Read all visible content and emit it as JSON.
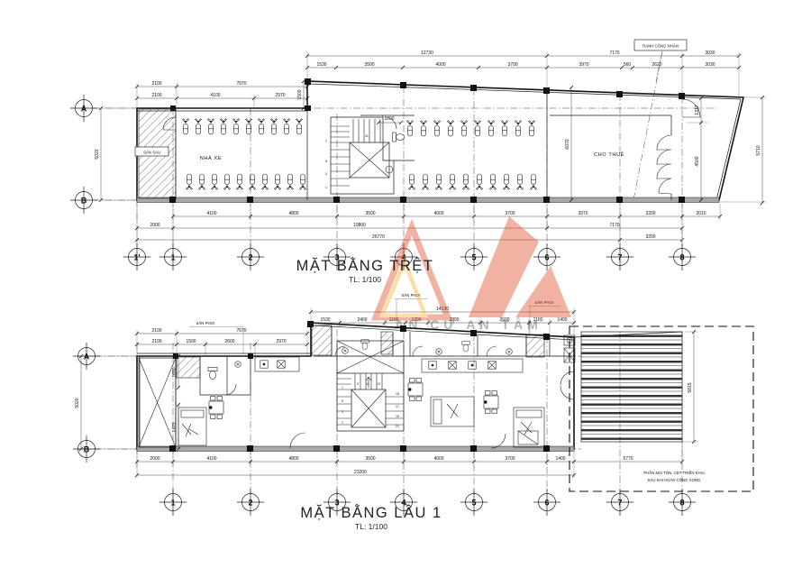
{
  "tret": {
    "title": "MẶT BẰNG TRỆT",
    "scale": "TL: 1/100",
    "rooms": {
      "san_sau": "SÂN SAU",
      "nha_xe": "NHÀ XE",
      "cho_thue": "CHO THUÊ"
    },
    "boundary_label": "RANH CÔNG NHẬN",
    "grid_letters": [
      "A",
      "B"
    ],
    "grid_numbers": [
      "1'",
      "1",
      "2",
      "3",
      "4",
      "5",
      "6",
      "7",
      "8"
    ],
    "dims": {
      "top1": [
        "12730",
        "7170",
        "3030"
      ],
      "top2": [
        "1530",
        "3500",
        "4000",
        "3700",
        "3970",
        "560",
        "2620",
        "3030"
      ],
      "left1": [
        "2100",
        "7070"
      ],
      "left2": [
        "2100",
        "4100",
        "2970"
      ],
      "v": [
        "5020",
        "1500",
        "6070",
        "1317",
        "4500",
        "5710",
        "1200"
      ],
      "bot1": [
        "4100",
        "4800",
        "3500",
        "4000",
        "3700",
        "3970",
        "3200",
        "2010"
      ],
      "bot2": [
        "2000",
        "19800",
        "7170"
      ],
      "bot3": [
        "26770",
        "3200"
      ]
    },
    "stair_numbers": [
      "1",
      "3",
      "5",
      "7",
      "11"
    ]
  },
  "lau1": {
    "title": "MẶT BẰNG LẦU 1",
    "scale": "TL: 1/100",
    "label_san_phoi": "SÂN PHƠI",
    "note": [
      "PHẦN MÁI TÔN, CĐT TRIỂN KHAI",
      "SAU KHI HOÀN CÔNG XONG"
    ],
    "grid_letters": [
      "A",
      "B"
    ],
    "grid_numbers": [
      "1",
      "2",
      "3",
      "4",
      "5",
      "6",
      "7",
      "8"
    ],
    "dims": {
      "top_left1": [
        "2100",
        "7070"
      ],
      "top_left2": [
        "2100",
        "1500",
        "2600",
        "2970"
      ],
      "top_total": "14130",
      "top_mid": [
        "1530",
        "2400",
        "1100",
        "1200",
        "2800",
        "2600",
        "1100",
        "1400"
      ],
      "v": [
        "5020",
        "1650",
        "1470",
        "5815"
      ],
      "bot1": [
        "2000",
        "4100",
        "4800",
        "3500",
        "4000",
        "3700",
        "1400",
        "5770"
      ],
      "bot2": [
        "23200"
      ]
    },
    "stair_numbers": [
      "1",
      "3",
      "5",
      "7",
      "9",
      "11",
      "13",
      "15",
      "17",
      "19",
      "21"
    ]
  },
  "watermark": {
    "text": "AN CƯ AN TÂM",
    "red": "#e04a28",
    "yellow": "#f2b52e"
  }
}
